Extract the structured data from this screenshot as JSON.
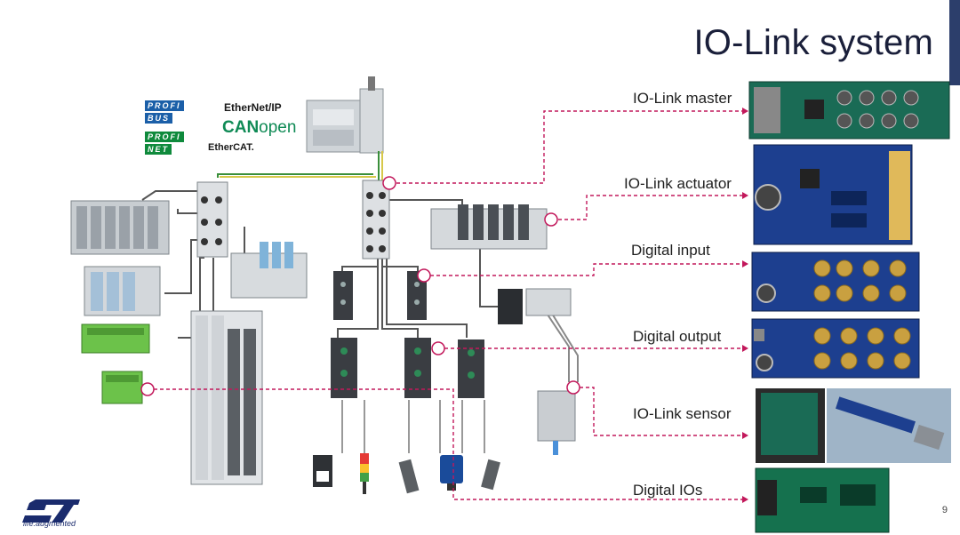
{
  "slide": {
    "title": "IO-Link system",
    "page_number": "9",
    "tagline": "life.augmented",
    "logo": "ST"
  },
  "protocols": {
    "profibus_l1": "PROFI",
    "profibus_l2": "BUS",
    "profinet_l1": "PROFI",
    "profinet_l2": "NET",
    "ethernetip": "EtherNet/IP",
    "canopen_can": "CAN",
    "canopen_open": "open",
    "ethercat": "EtherCAT."
  },
  "labels": {
    "master": "IO-Link master",
    "actuator": "IO-Link actuator",
    "digital_input": "Digital input",
    "digital_output": "Digital output",
    "sensor": "IO-Link sensor",
    "digital_ios": "Digital IOs"
  },
  "colors": {
    "accent": "#c2185b",
    "pcb_blue": "#1e3a8a",
    "pcb_green": "#0f6b4a",
    "title": "#1a1f3a"
  }
}
